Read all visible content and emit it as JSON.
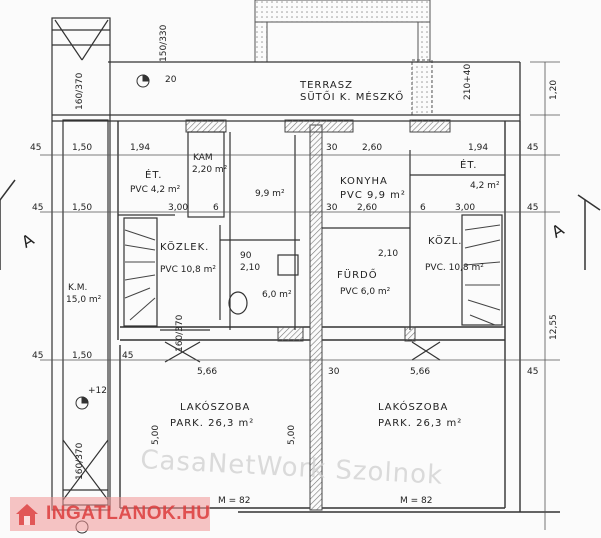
{
  "rooms": {
    "terrace": "TERRASZ",
    "terrace_floor": "SÜTŐI K. MÉSZKŐ",
    "kitchen_right": "KONYHA",
    "kitchen_right_area": "PVC 9,9 m²",
    "kitchen_left_area": "9,9 m²",
    "dining_left": "ÉT.",
    "dining_left_area": "PVC 4,2 m²",
    "dining_right": "ÉT.",
    "dining_right_area": "4,2 m²",
    "pantry_left": "KAM",
    "pantry_left_area": "2,20 m²",
    "hall_left": "KÖZLEK.",
    "hall_left_area": "PVC 10,8 m²",
    "hall_right": "KÖZL.",
    "hall_right_area": "PVC. 10,8 m²",
    "bath_left_area": "6,0 m²",
    "bath_right": "FÜRDŐ",
    "bath_right_area": "PVC 6,0 m²",
    "side_room": "K.M.",
    "side_room_area": "15,0 m²",
    "living_left": "LAKÓSZOBA",
    "living_left_area": "PARK. 26,3 m²",
    "living_right": "LAKÓSZOBA",
    "living_right_area": "PARK. 26,3 m²"
  },
  "dimensions": {
    "d45": "45",
    "d150": "1,50",
    "d194": "1,94",
    "d300": "3,00",
    "d30": "30",
    "d260": "2,60",
    "d566": "5,66",
    "d500": "5,00",
    "d1255": "12,55",
    "d120": "1,20",
    "d20": "20",
    "d210": "2,10",
    "d90": "90",
    "d6": "6",
    "d160_370": "160/370",
    "dM82": "M = 82",
    "level": "+12",
    "d150_330": "150/330",
    "d210_40": "210+40"
  },
  "section_marks": [
    "A",
    "A"
  ],
  "watermark": "CasaNetWork Szolnok",
  "logo": "INGATLANOK.HU",
  "colors": {
    "line": "#333333",
    "hatch": "#777777",
    "logo": "#e05050"
  }
}
